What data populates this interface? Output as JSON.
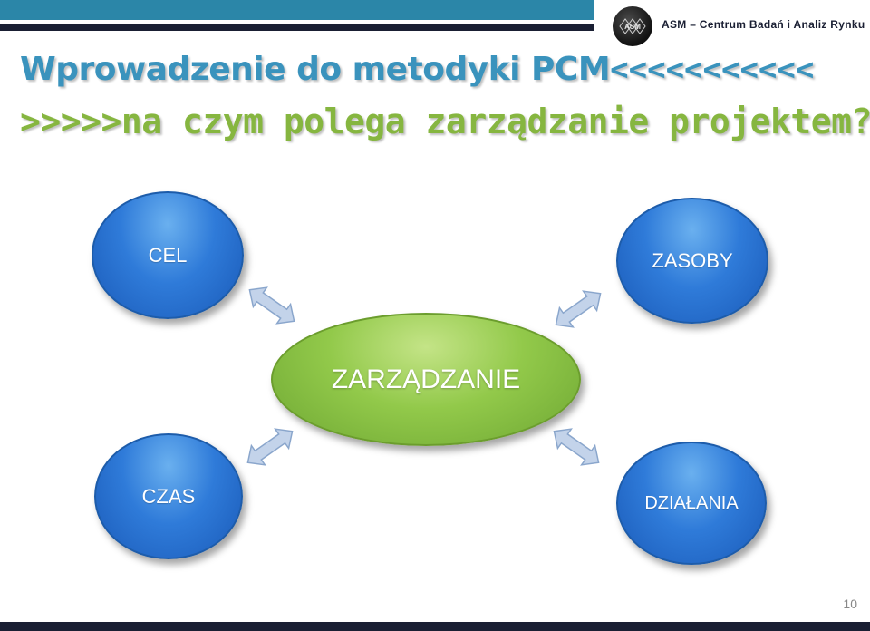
{
  "header": {
    "org_name": "ASM – Centrum Badań i Analiz Rynku",
    "logo_text": "ASM",
    "title_main": "Wprowadzenie do metodyki PCM",
    "title_arrows": "<<<<<<<<<<<",
    "subtitle": ">>>>>na czym polega zarządzanie projektem?"
  },
  "diagram": {
    "center": "ZARZĄDZANIE",
    "nodes": {
      "top_left": "CEL",
      "top_right": "ZASOBY",
      "bottom_left": "CZAS",
      "bottom_right": "DZIAŁANIA"
    },
    "colors": {
      "outer_nodes": "#2f7bd9",
      "center_node": "#92c94a",
      "connectors": "#c3d3ea"
    }
  },
  "footer": {
    "page_number": "10"
  }
}
